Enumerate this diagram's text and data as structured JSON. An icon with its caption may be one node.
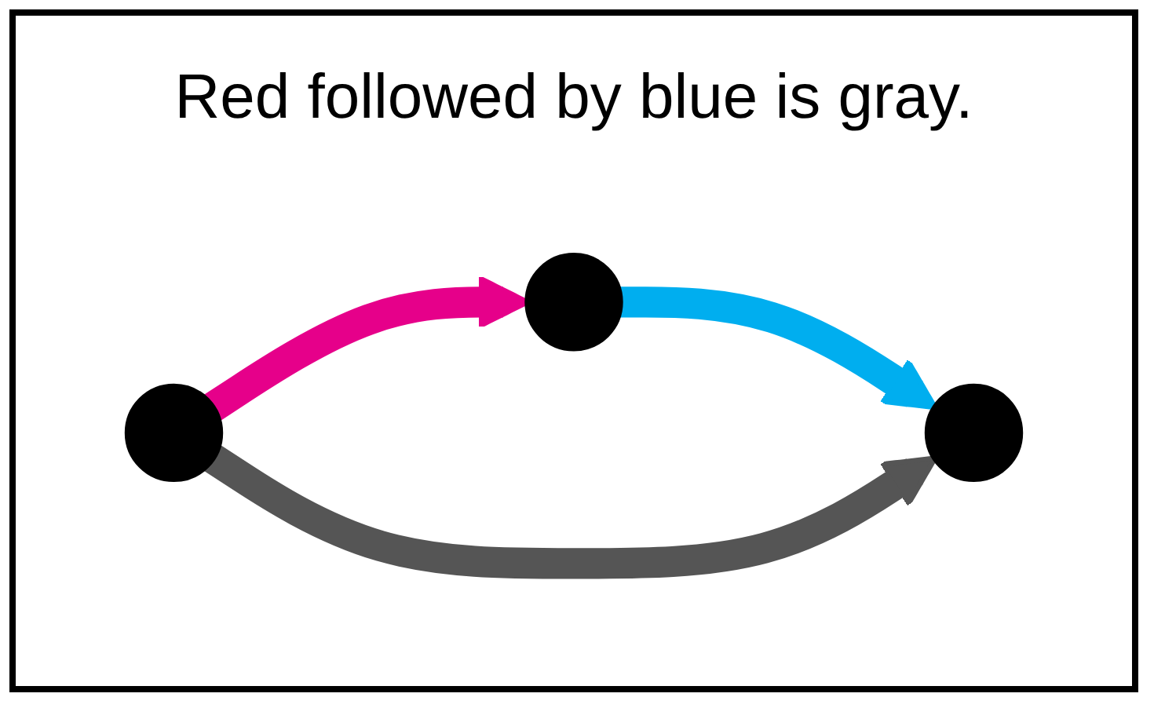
{
  "diagram": {
    "title": "Red followed by blue is gray.",
    "nodes": [
      {
        "text": [],
        "shape": "circle"
      },
      {
        "text": [],
        "shape": "circle"
      },
      {
        "text": [],
        "shape": "circle"
      }
    ],
    "edges": [
      {
        "from": 0,
        "to": 1,
        "arrow": "to",
        "color": "#e6008a"
      },
      {
        "from": 1,
        "to": 2,
        "arrow": "to",
        "color": "#00aeef"
      },
      {
        "from": 0,
        "to": 2,
        "arrow": "to",
        "color": "#555555"
      }
    ]
  }
}
